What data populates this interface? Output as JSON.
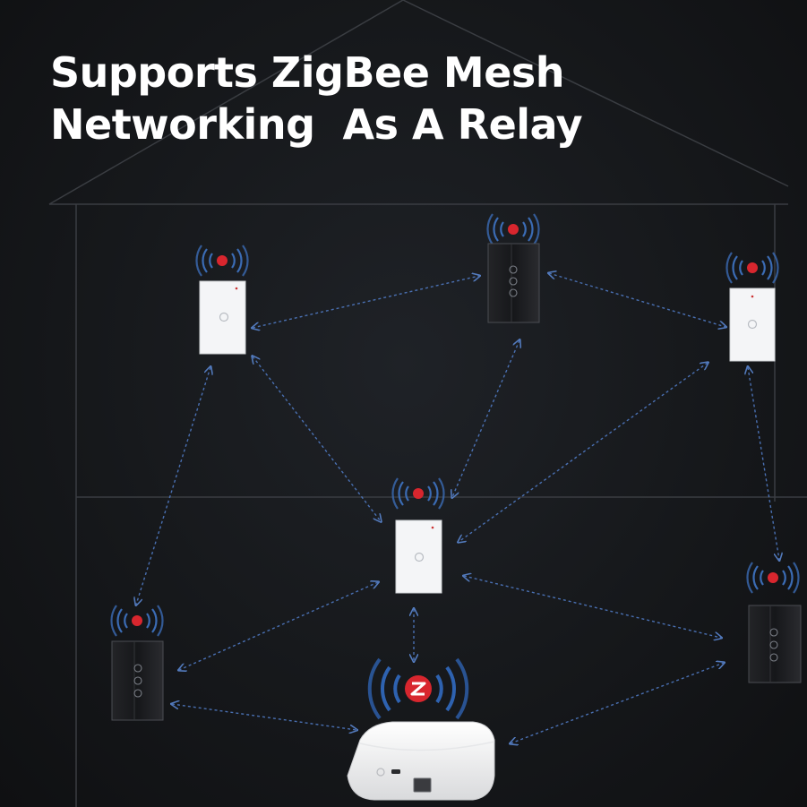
{
  "headline": {
    "line1": "Supports ZigBee Mesh",
    "line2": "Networking  As A Relay"
  },
  "colors": {
    "background": "#16181b",
    "text": "#ffffff",
    "signal_waves": "#3b6cb5",
    "signal_dot": "#d8262e",
    "link_arrows": "#4f79c2",
    "house_outline": "#3a3d42",
    "white_switch": "#f4f5f7",
    "black_switch": "#1b1c1f",
    "hub_body": "#f2f2f2"
  },
  "devices": [
    {
      "name": "white-switch-1-gang",
      "color": "white",
      "buttons": 1
    },
    {
      "name": "black-switch-3-gang",
      "color": "black",
      "buttons": 3
    },
    {
      "name": "white-switch-1-gang",
      "color": "white",
      "buttons": 1
    },
    {
      "name": "white-switch-1-gang",
      "color": "white",
      "buttons": 1
    },
    {
      "name": "black-switch-3-gang",
      "color": "black",
      "buttons": 3
    },
    {
      "name": "black-switch-3-gang",
      "color": "black",
      "buttons": 3
    },
    {
      "name": "zigbee-hub",
      "color": "white",
      "buttons": 0
    }
  ],
  "icons": [
    "signal-icon",
    "zigbee-logo-icon",
    "ethernet-port-icon",
    "usb-port-icon"
  ]
}
